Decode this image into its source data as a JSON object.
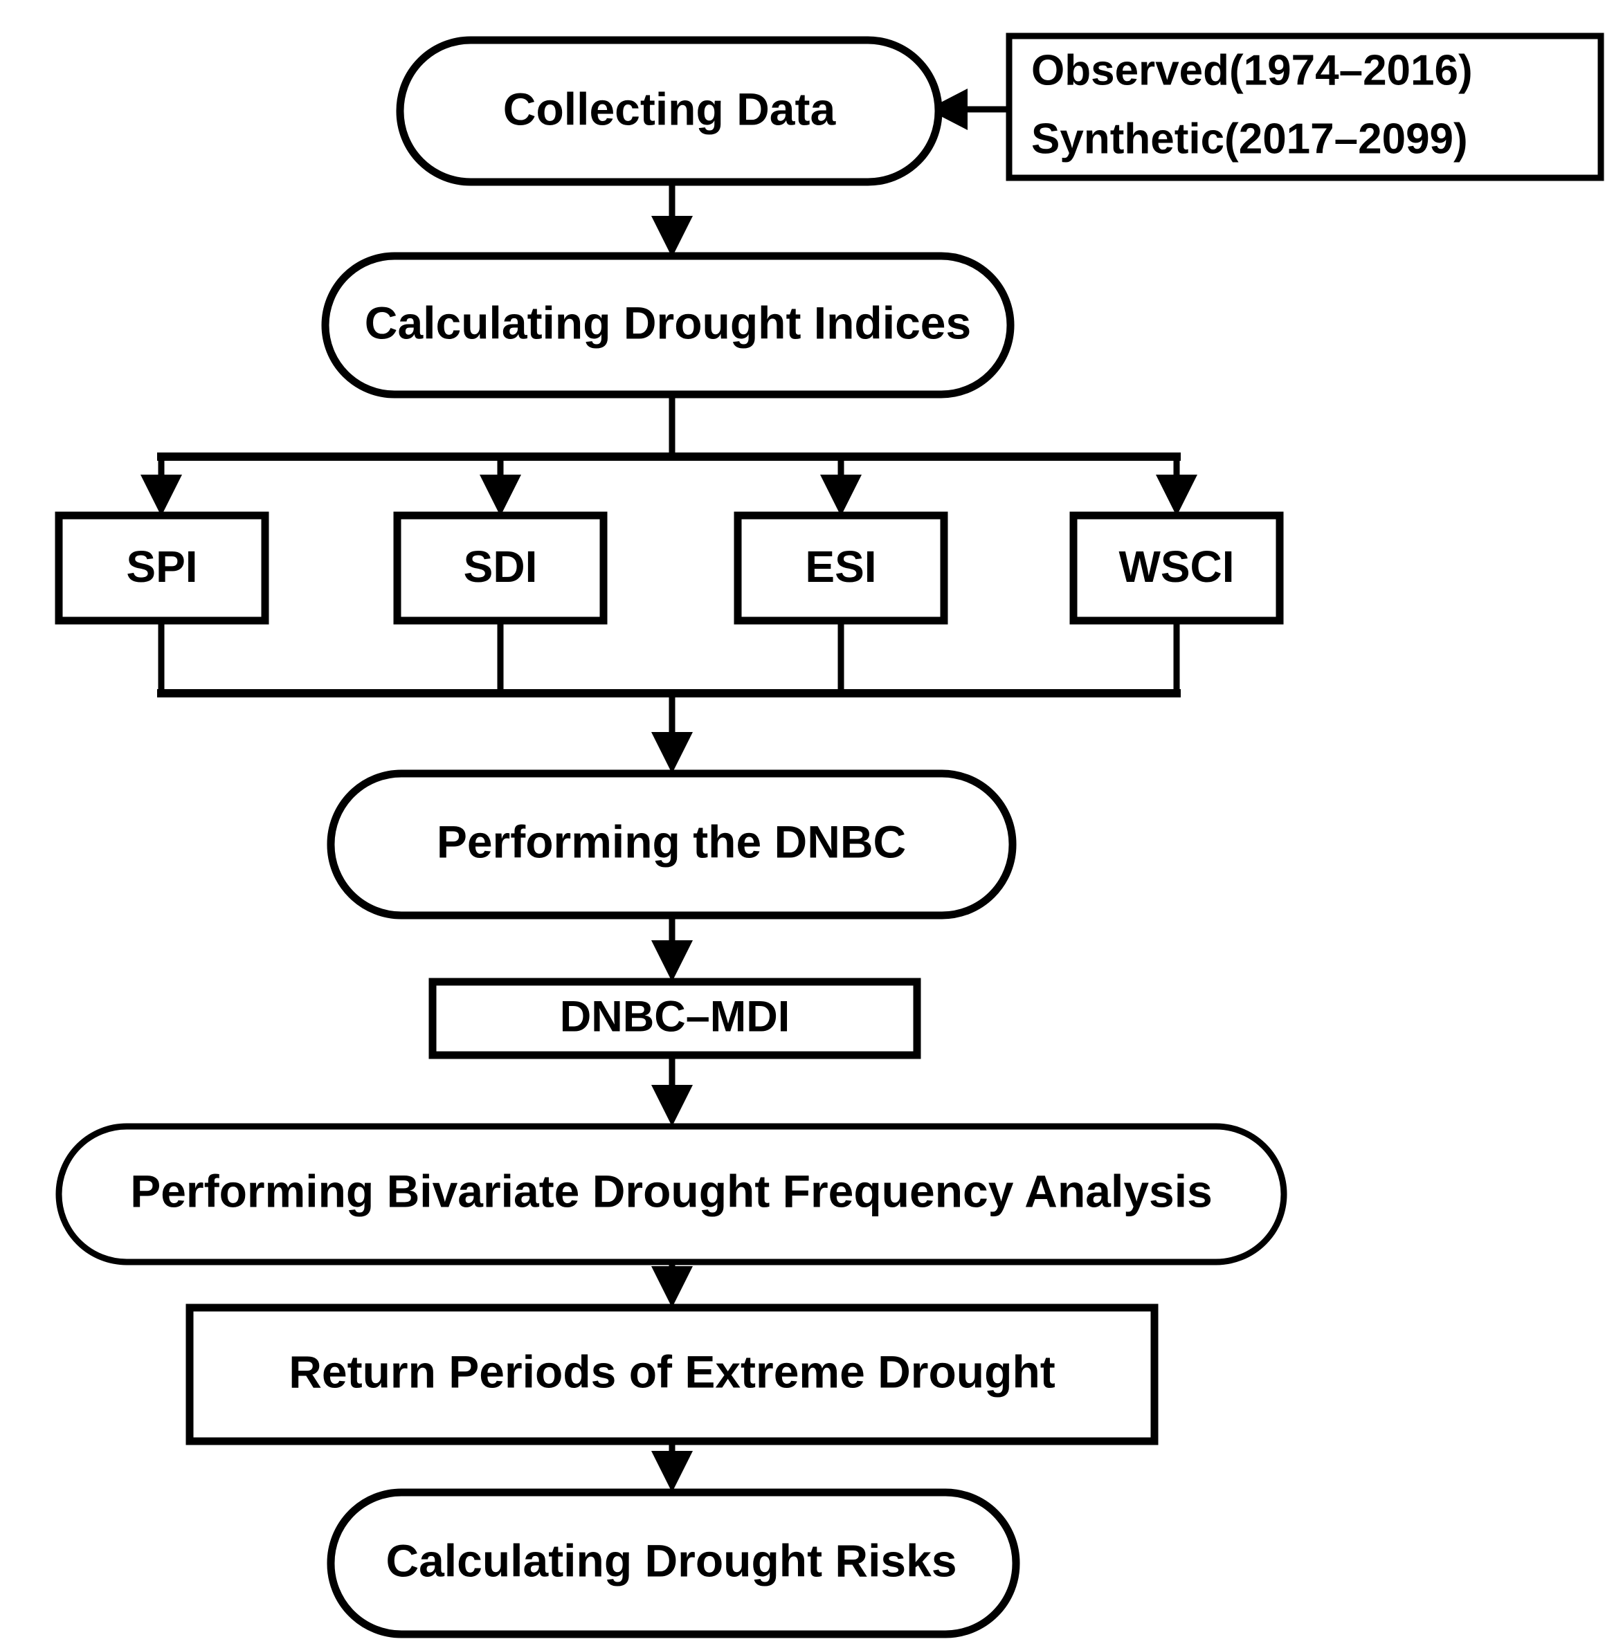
{
  "diagram": {
    "title": "Drought Risk Assessment Methodology Flowchart",
    "background_color": "#ffffff",
    "line_color": "#000000",
    "text_color": "#000000"
  },
  "nodes": {
    "collecting_data": {
      "label": "Collecting Data",
      "shape": "stadium"
    },
    "data_source": {
      "line1": "Observed(1974–2016)",
      "line2": "Synthetic(2017–2099)",
      "shape": "rect"
    },
    "calculating_indices": {
      "label": "Calculating Drought Indices",
      "shape": "stadium"
    },
    "indices": [
      {
        "label": "SPI",
        "shape": "rect"
      },
      {
        "label": "SDI",
        "shape": "rect"
      },
      {
        "label": "ESI",
        "shape": "rect"
      },
      {
        "label": "WSCI",
        "shape": "rect"
      }
    ],
    "performing_dnbc": {
      "label": "Performing the  DNBC",
      "shape": "stadium"
    },
    "dnbc_mdi": {
      "label": "DNBC–MDI",
      "shape": "rect"
    },
    "bivariate_analysis": {
      "label": "Performing Bivariate Drought Frequency Analysis",
      "shape": "stadium"
    },
    "return_periods": {
      "label": "Return Periods of Extreme Drought",
      "shape": "rect"
    },
    "drought_risks": {
      "label": "Calculating Drought Risks",
      "shape": "stadium"
    }
  },
  "edges": [
    {
      "from": "data_source",
      "to": "collecting_data",
      "direction": "left",
      "arrow": true
    },
    {
      "from": "collecting_data",
      "to": "calculating_indices",
      "direction": "down",
      "arrow": true
    },
    {
      "from": "calculating_indices",
      "to": "indices",
      "direction": "down-fanout",
      "arrow": true
    },
    {
      "from": "indices",
      "to": "performing_dnbc",
      "direction": "down-merge",
      "arrow": true
    },
    {
      "from": "performing_dnbc",
      "to": "dnbc_mdi",
      "direction": "down",
      "arrow": true
    },
    {
      "from": "dnbc_mdi",
      "to": "bivariate_analysis",
      "direction": "down",
      "arrow": true
    },
    {
      "from": "bivariate_analysis",
      "to": "return_periods",
      "direction": "down",
      "arrow": true
    },
    {
      "from": "return_periods",
      "to": "drought_risks",
      "direction": "down",
      "arrow": true
    }
  ]
}
